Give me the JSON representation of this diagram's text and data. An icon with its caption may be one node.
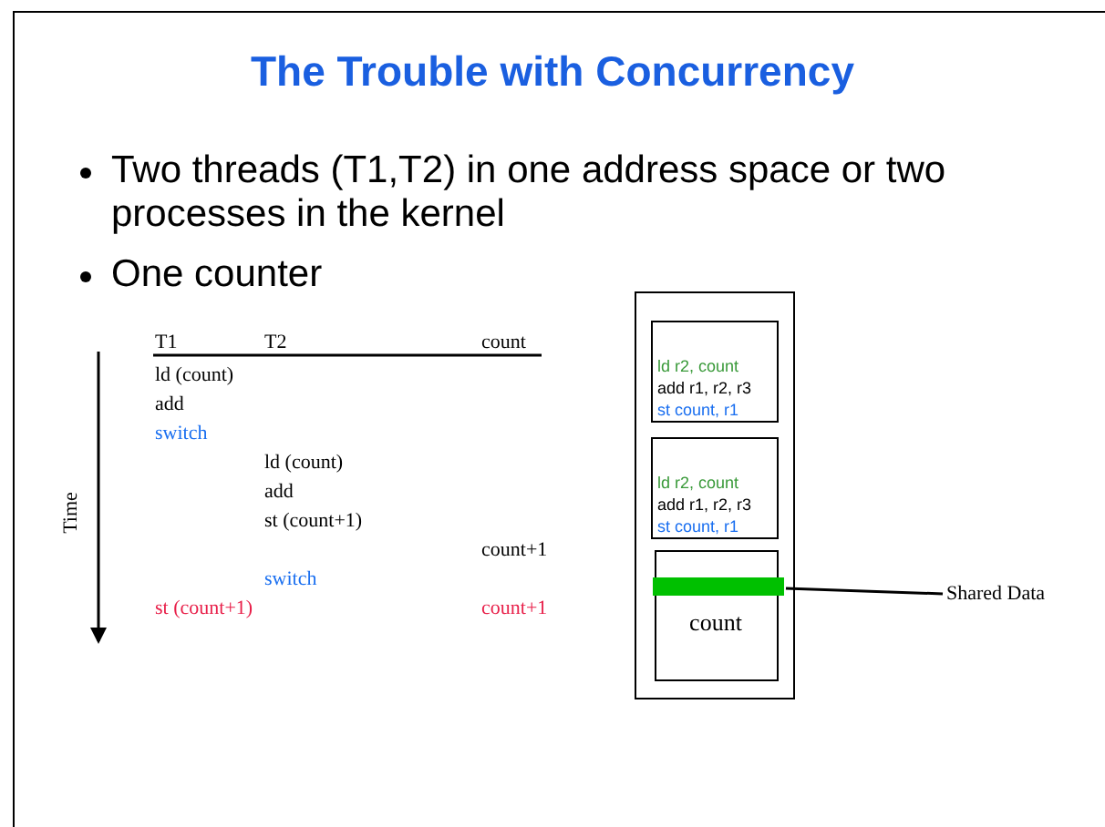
{
  "diagram": {
    "title": "The Trouble with Concurrency",
    "nodes": [
      {
        "text": [],
        "shape": "box"
      },
      {
        "text": [
          "ld r2, count",
          "add r1, r2, r3",
          "st count, r1"
        ],
        "in": 0
      },
      {
        "text": [
          "ld r2, count",
          "add r1, r2, r3",
          "st count, r1"
        ],
        "in": 0
      },
      {
        "text": [
          "count"
        ],
        "in": 0
      },
      {
        "text": [],
        "shape": "bar",
        "in": 3
      },
      {
        "text": [
          "Shared Data"
        ]
      }
    ],
    "edges": [
      {
        "from": 5,
        "to": 4,
        "arrow": "none"
      }
    ],
    "labels": [
      "Two threads (T1,T2) in one address space or two processes in the kernel",
      "One counter",
      "T1",
      "T2",
      "count",
      "ld (count)",
      "add",
      "switch",
      "ld (count)",
      "add",
      "st (count+1)",
      "count+1",
      "switch",
      "st (count+1)",
      "count+1",
      "Time"
    ]
  }
}
